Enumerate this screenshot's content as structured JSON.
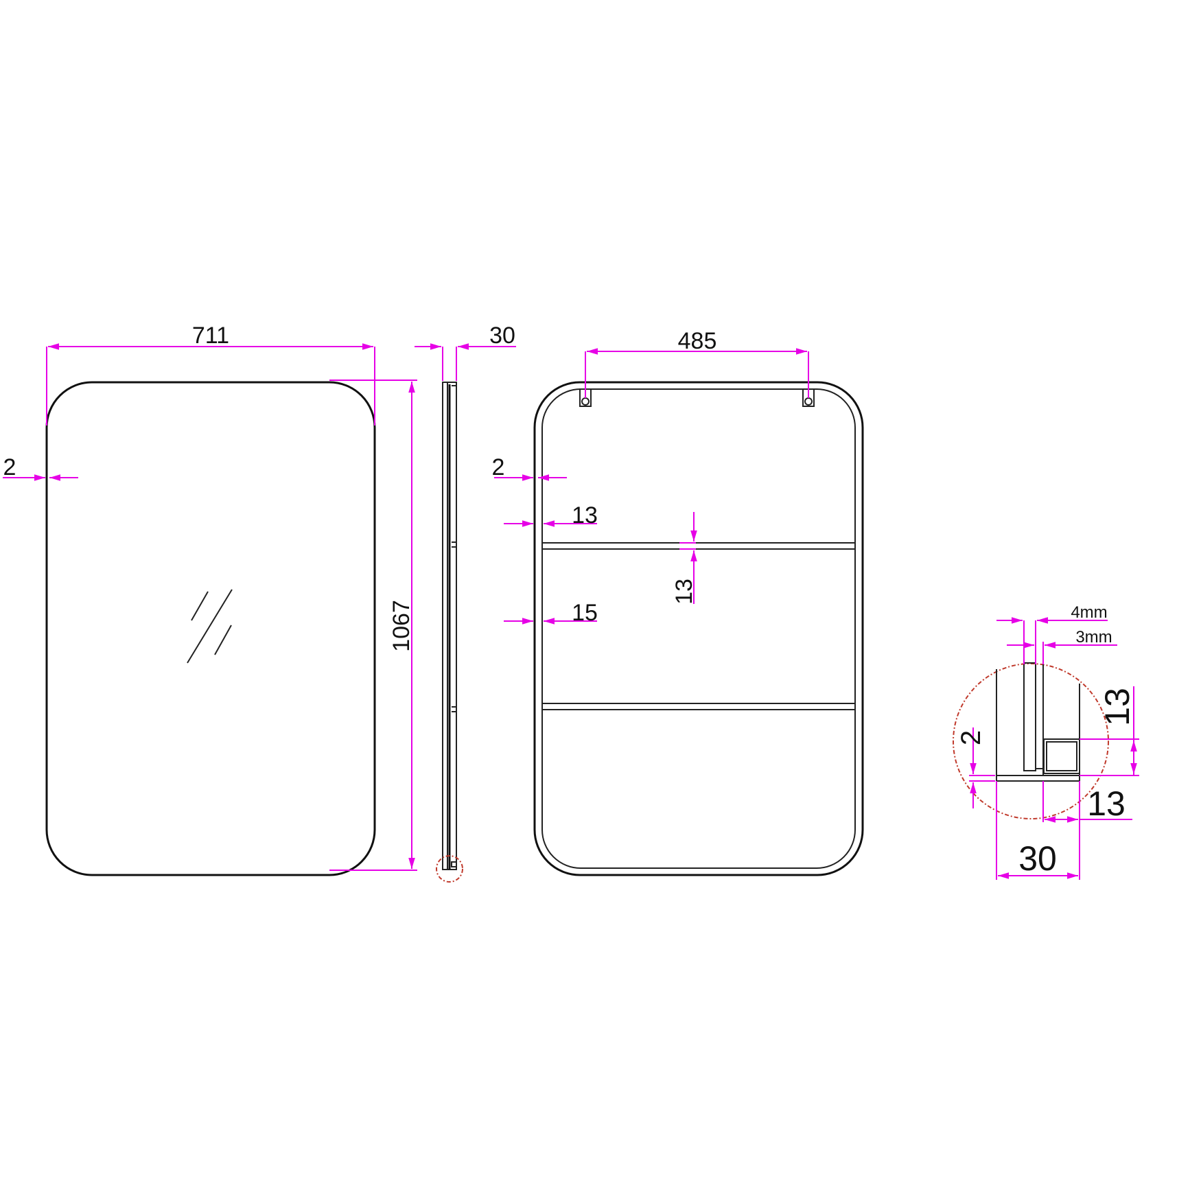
{
  "drawing": {
    "colors": {
      "outline": "#111111",
      "dimension": "#e600e6",
      "detail_circle": "#c0392b",
      "background": "#ffffff"
    },
    "front_view": {
      "width_label": "711",
      "height_label": "1067",
      "edge_label": "2",
      "glass_symbol": "glass-reflection-icon"
    },
    "side_view": {
      "depth_label": "30"
    },
    "back_view": {
      "hanger_spacing_label": "485",
      "edge_label": "2",
      "frame_label": "13",
      "bar_offset_label": "15",
      "bar_thickness_label": "13"
    },
    "detail_view": {
      "glass_label": "4mm",
      "backing_label": "3mm",
      "bottom_label": "2",
      "profile_height_label": "13",
      "profile_width_label": "13",
      "total_depth_label": "30"
    }
  }
}
